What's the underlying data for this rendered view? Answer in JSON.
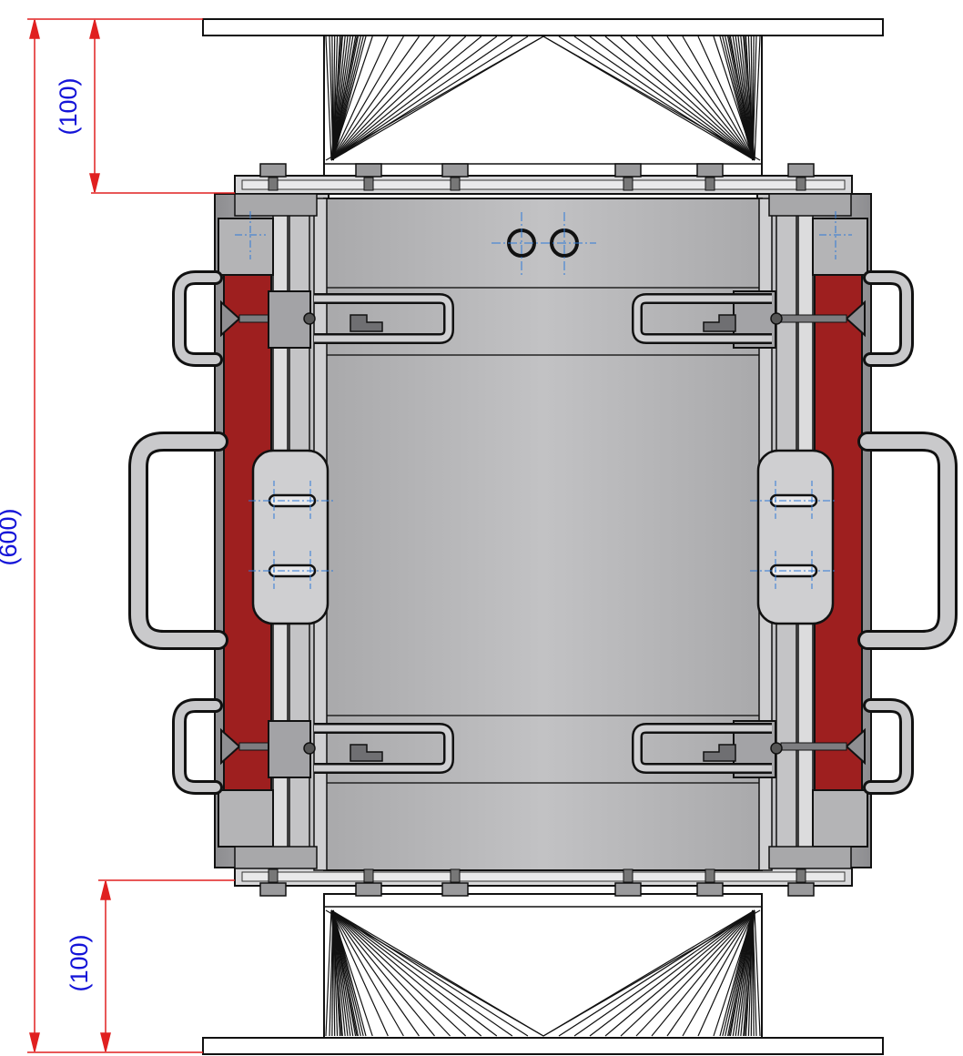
{
  "dimensions": {
    "top_flange_gap": "(100)",
    "overall_length": "(600)",
    "bottom_flange_gap": "(100)"
  },
  "colors": {
    "dimension_line": "#e02020",
    "dimension_text": "#1414d8",
    "body_fill": "#b9b9bb",
    "gasket": "#9e1f1f",
    "center_line": "#2f7ad8",
    "outline": "#1a1a1a"
  }
}
